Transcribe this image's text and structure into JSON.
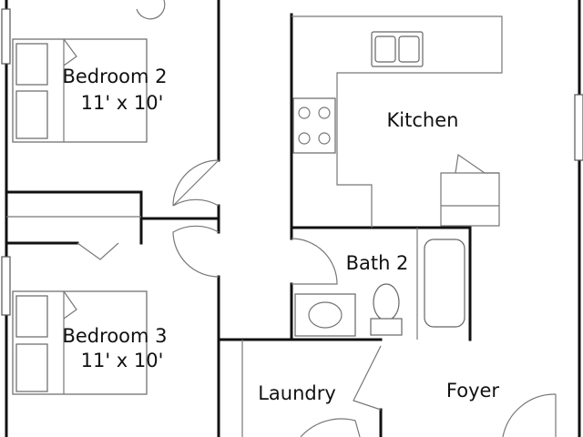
{
  "rooms": {
    "bedroom2": {
      "name": "Bedroom 2",
      "size": "11' x 10'"
    },
    "bedroom3": {
      "name": "Bedroom 3",
      "size": "11' x 10'"
    },
    "kitchen": {
      "name": "Kitchen"
    },
    "bath2": {
      "name": "Bath 2"
    },
    "laundry": {
      "name": "Laundry"
    },
    "foyer": {
      "name": "Foyer"
    }
  }
}
